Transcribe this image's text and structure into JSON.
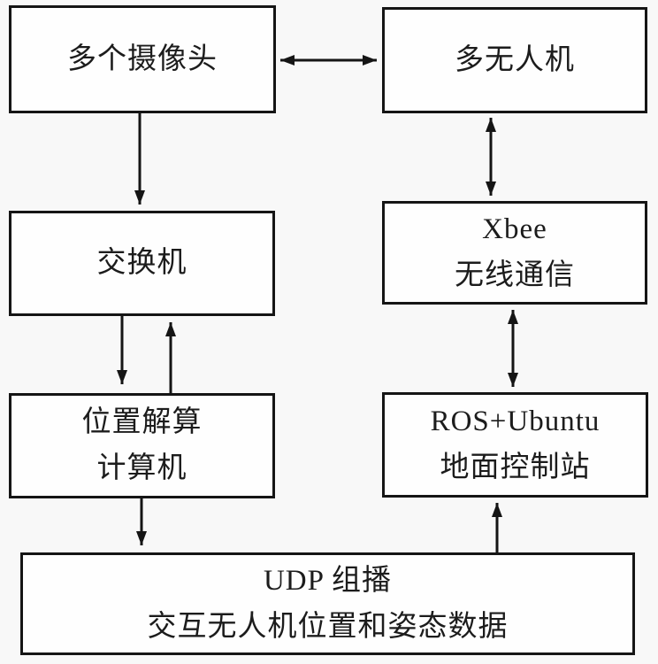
{
  "diagram": {
    "type": "flowchart",
    "colors": {
      "background": "#f8f8f8",
      "box_fill": "#fefefe",
      "line_color": "#151515",
      "text_color": "#1c1c1c"
    },
    "boxes": [
      {
        "id": "cameras",
        "lines": [
          "多个摄像头"
        ]
      },
      {
        "id": "drones",
        "lines": [
          "多无人机"
        ]
      },
      {
        "id": "switch",
        "lines": [
          "交换机"
        ]
      },
      {
        "id": "xbee",
        "lines": [
          "Xbee",
          "无线通信"
        ]
      },
      {
        "id": "position-computer",
        "lines": [
          "位置解算",
          "计算机"
        ]
      },
      {
        "id": "ros-gcs",
        "lines": [
          "ROS+Ubuntu",
          "地面控制站"
        ]
      },
      {
        "id": "udp-multicast",
        "lines": [
          "UDP 组播",
          "交互无人机位置和姿态数据"
        ]
      }
    ],
    "connections": [
      {
        "from": "cameras",
        "to": "drones",
        "bidirectional": true
      },
      {
        "from": "cameras",
        "to": "switch",
        "bidirectional": false
      },
      {
        "from": "drones",
        "to": "xbee",
        "bidirectional": true
      },
      {
        "from": "switch",
        "to": "position-computer",
        "bidirectional": false
      },
      {
        "from": "position-computer",
        "to": "switch",
        "bidirectional": false
      },
      {
        "from": "xbee",
        "to": "ros-gcs",
        "bidirectional": true
      },
      {
        "from": "position-computer",
        "to": "udp-multicast",
        "bidirectional": false
      },
      {
        "from": "udp-multicast",
        "to": "ros-gcs",
        "bidirectional": false
      }
    ]
  }
}
